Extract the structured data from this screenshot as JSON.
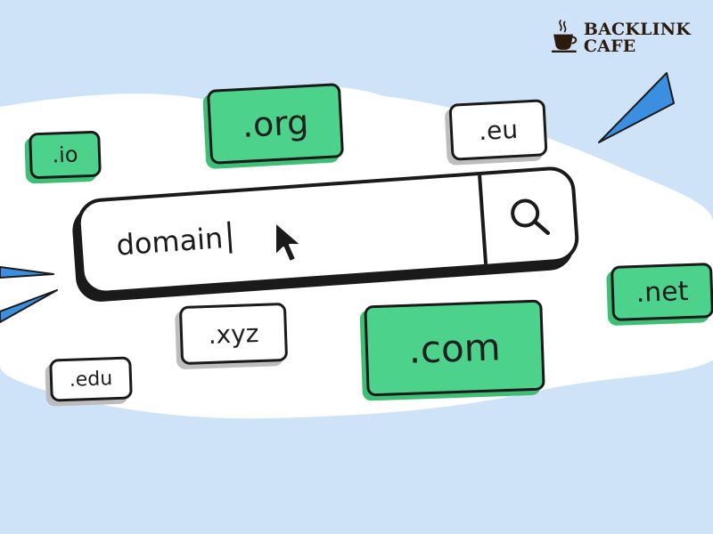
{
  "brand": {
    "name": "BACKLINK CAFE",
    "logo_icon": "coffee-cup-icon"
  },
  "search": {
    "value": "domain",
    "search_icon": "magnifier-icon",
    "pointer_icon": "mouse-pointer-icon"
  },
  "domain_tags": [
    ".io",
    ".org",
    ".eu",
    ".net",
    ".xyz",
    ".edu",
    ".com"
  ],
  "colors": {
    "background": "#cfe3f8",
    "blob": "#ffffff",
    "green_tag": "#4cd28a",
    "outline": "#1a1a1a",
    "accent_blue": "#3b8fe0",
    "brand_brown": "#2b1a0e"
  }
}
